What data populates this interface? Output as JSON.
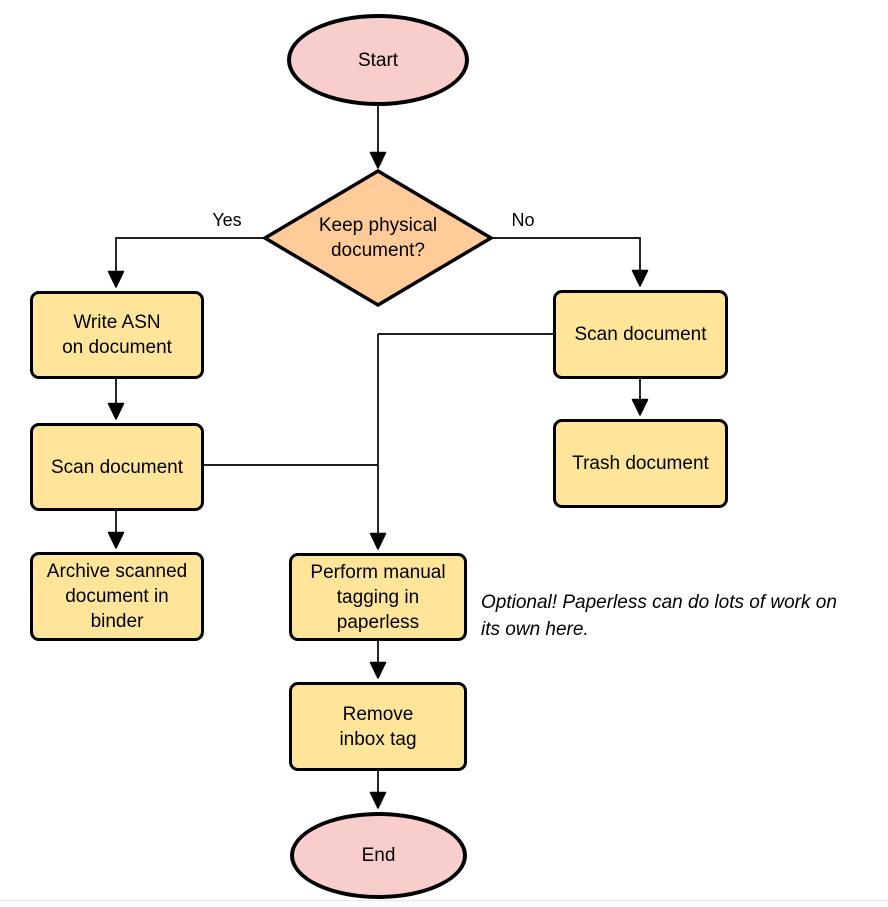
{
  "diagram": {
    "colors": {
      "bg": "#ffffff",
      "terminal_fill": "#f8cecc",
      "decision_fill": "#ffcc99",
      "process_fill": "#ffe599",
      "stroke": "#000000"
    },
    "nodes": {
      "start": {
        "type": "terminal",
        "label": "Start"
      },
      "decision": {
        "type": "decision",
        "label": "Keep physical\ndocument?"
      },
      "write_asn": {
        "type": "process",
        "label": "Write ASN\non document"
      },
      "scan_document_left": {
        "type": "process",
        "label": "Scan document"
      },
      "archive": {
        "type": "process",
        "label": "Archive scanned\ndocument in\nbinder"
      },
      "scan_document_right": {
        "type": "process",
        "label": "Scan document"
      },
      "trash": {
        "type": "process",
        "label": "Trash document"
      },
      "manual_tagging": {
        "type": "process",
        "label": "Perform manual\ntagging in\npaperless"
      },
      "remove_inbox_tag": {
        "type": "process",
        "label": "Remove\ninbox tag"
      },
      "end": {
        "type": "terminal",
        "label": "End"
      }
    },
    "edge_labels": {
      "yes": "Yes",
      "no": "No"
    },
    "note": {
      "text": "Optional! Paperless can do lots of work on\nits own here."
    }
  }
}
